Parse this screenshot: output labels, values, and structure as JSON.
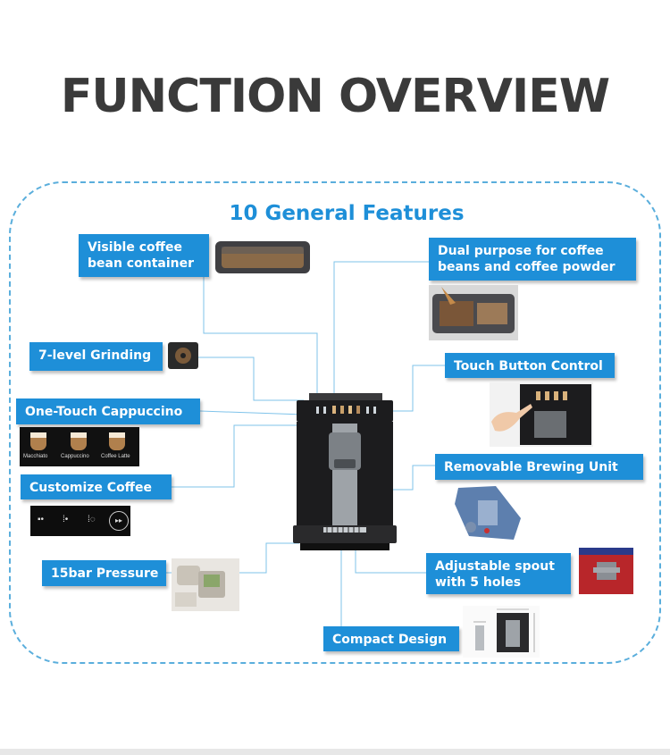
{
  "title": "FUNCTION OVERVIEW",
  "subtitle": "10 General Features",
  "colors": {
    "accent": "#1e8fd8",
    "frame": "#5aaedc",
    "title": "#3a3a3a",
    "machine_body": "#1c1c1e",
    "machine_panel": "#9ea3a8"
  },
  "features": {
    "bean_container": [
      "Visible coffee",
      "bean container"
    ],
    "grinding": [
      "7-level Grinding"
    ],
    "cappuccino": [
      "One-Touch Cappuccino"
    ],
    "customize": [
      "Customize Coffee"
    ],
    "pressure": [
      "15bar Pressure"
    ],
    "dual_purpose": [
      "Dual purpose for coffee",
      "beans and coffee  powder"
    ],
    "touch": [
      "Touch Button Control"
    ],
    "brewing": [
      "Removable Brewing Unit"
    ],
    "spout": [
      "Adjustable spout",
      "with 5 holes"
    ],
    "compact": [
      "Compact Design"
    ]
  },
  "drink_options": [
    "Macchiato",
    "Cappuccino",
    "Coffee Latte"
  ],
  "customize_icons": [
    "bean-strength-icon",
    "water-volume-icon",
    "milk-icon",
    "play-icon"
  ]
}
